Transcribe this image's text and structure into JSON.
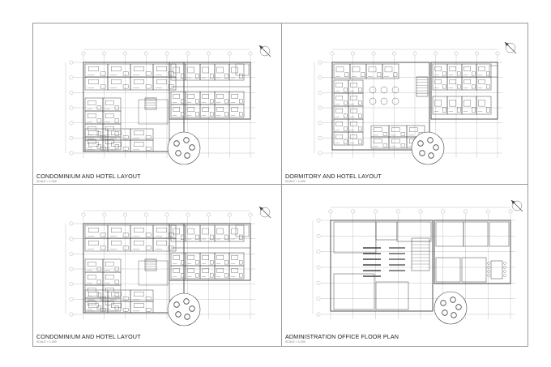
{
  "panels": [
    {
      "title": "CONDOMINIUM AND HOTEL LAYOUT",
      "scale": "SCALE = 1:200"
    },
    {
      "title": "DORMITORY AND HOTEL LAYOUT",
      "scale": "SCALE = 1:200"
    },
    {
      "title": "CONDOMINIUM AND HOTEL LAYOUT",
      "scale": "SCALE = 1:200"
    },
    {
      "title": "ADMINISTRATION OFFICE FLOOR PLAN",
      "scale": "SCALE = 1:200"
    }
  ],
  "north_icon": "north-arrow-icon",
  "colors": {
    "line": "#444444",
    "grid": "#9a9a9a",
    "text": "#222222"
  }
}
